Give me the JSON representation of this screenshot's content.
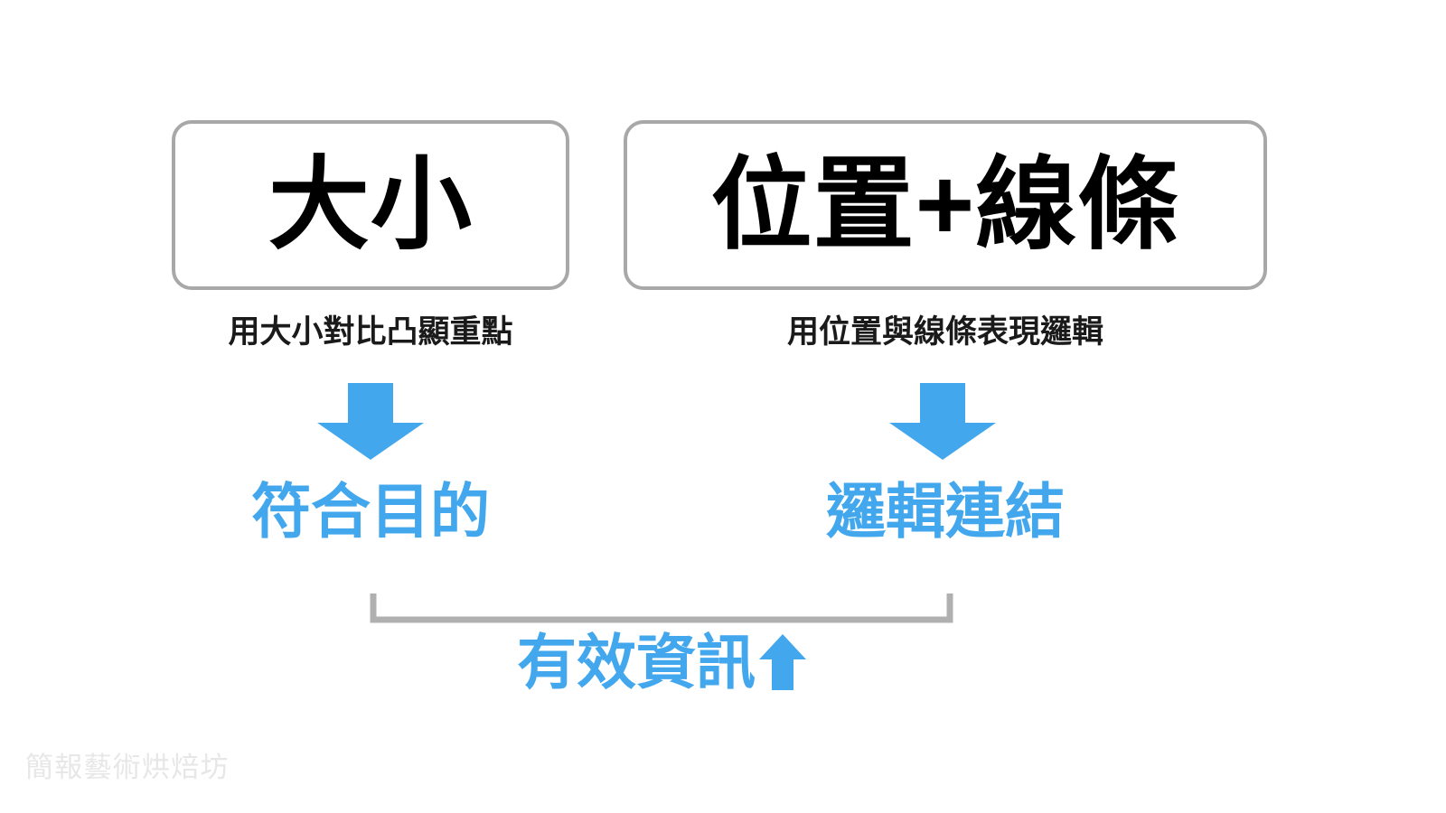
{
  "slide": {
    "background_color": "#ffffff",
    "accent_color": "#43a7ee",
    "border_color": "#a8a8a8",
    "text_color": "#000000",
    "watermark_color": "#e7e7e7"
  },
  "boxes": [
    {
      "id": "size",
      "label": "大小",
      "caption": "用大小對比凸顯重點",
      "result": "符合目的",
      "arrow_icon": "down-arrow-icon"
    },
    {
      "id": "position-line",
      "label": "位置+線條",
      "caption": "用位置與線條表現邏輯",
      "result": "邏輯連結",
      "arrow_icon": "down-arrow-icon"
    }
  ],
  "summary": {
    "label": "有效資訊",
    "arrow_icon": "up-arrow-icon"
  },
  "bracket": {
    "icon": "merge-bracket-icon"
  },
  "watermark": {
    "text": "簡報藝術烘焙坊"
  }
}
